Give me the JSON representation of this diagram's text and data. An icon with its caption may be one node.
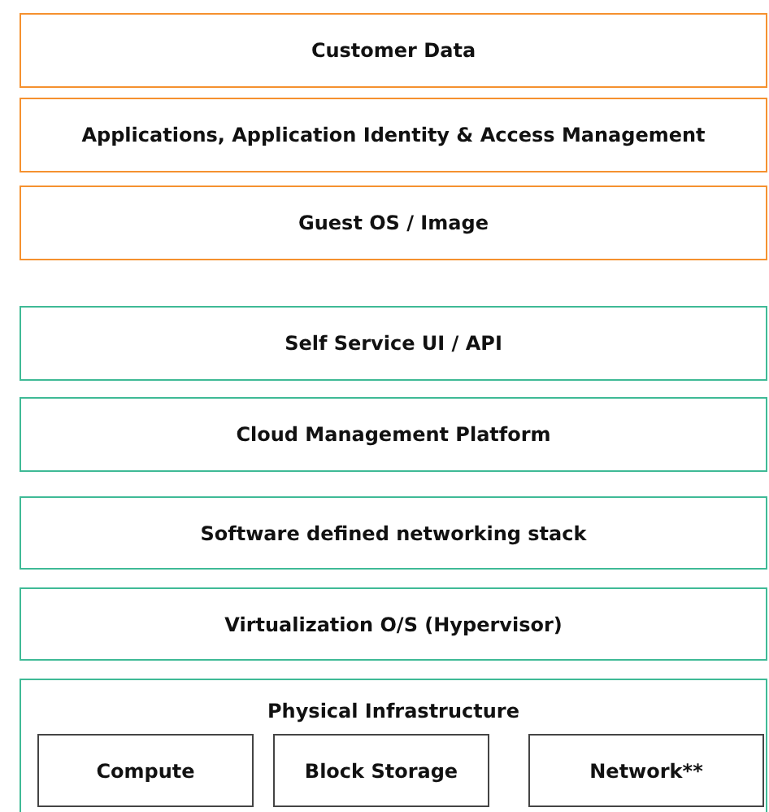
{
  "diagram": {
    "nodes": [
      {
        "text": [
          "Customer Data"
        ]
      },
      {
        "text": [
          "Applications, Application Identity & Access Management"
        ]
      },
      {
        "text": [
          "Guest OS / Image"
        ]
      },
      {
        "text": [
          "Self Service UI / API"
        ]
      },
      {
        "text": [
          "Cloud Management Platform"
        ]
      },
      {
        "text": [
          "Software defined networking stack"
        ]
      },
      {
        "text": [
          "Virtualization O/S (Hypervisor)"
        ]
      },
      {
        "text": [
          "Physical Infrastructure"
        ]
      },
      {
        "text": [
          "Compute"
        ],
        "in": 7
      },
      {
        "text": [
          "Block Storage"
        ],
        "in": 7
      },
      {
        "text": [
          "Network**"
        ],
        "in": 7
      }
    ]
  }
}
